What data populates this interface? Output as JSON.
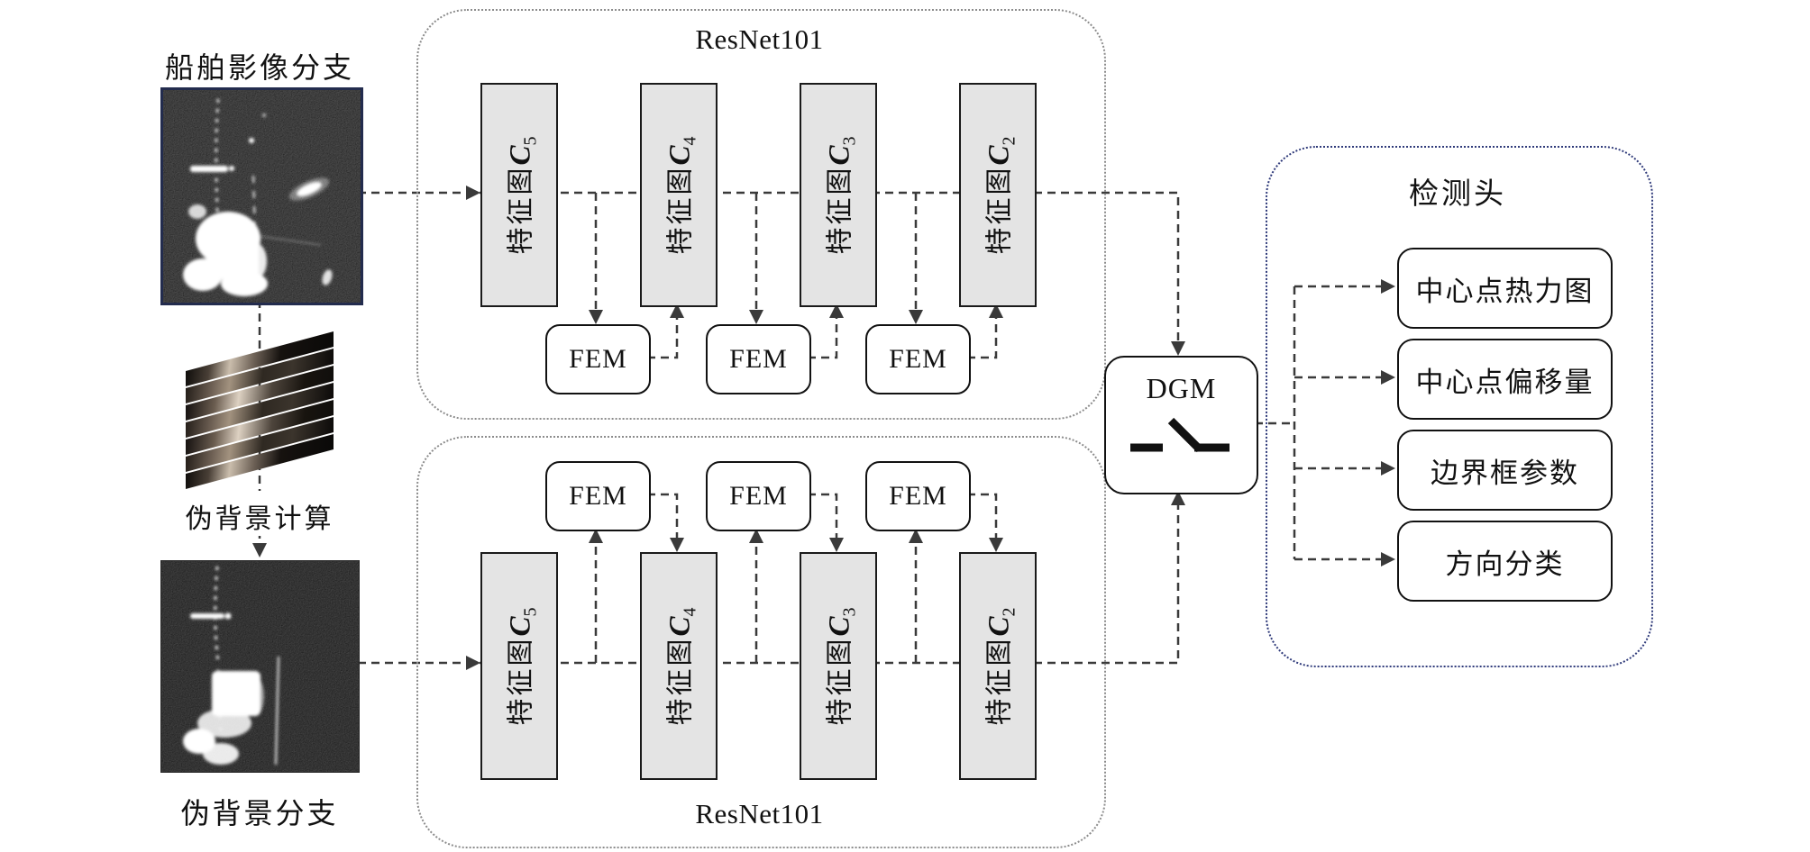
{
  "figure": {
    "input": {
      "ship_branch_label": "船舶影像分支",
      "pseudo_background_calc_label": "伪背景计算",
      "pseudo_background_branch_label": "伪背景分支"
    },
    "backbone_top": {
      "title": "ResNet101",
      "feature_maps": [
        {
          "prefix": "特征图",
          "symbol": "C",
          "subscript": "5"
        },
        {
          "prefix": "特征图",
          "symbol": "C",
          "subscript": "4"
        },
        {
          "prefix": "特征图",
          "symbol": "C",
          "subscript": "3"
        },
        {
          "prefix": "特征图",
          "symbol": "C",
          "subscript": "2"
        }
      ],
      "fems": [
        "FEM",
        "FEM",
        "FEM"
      ]
    },
    "backbone_bottom": {
      "title": "ResNet101",
      "feature_maps": [
        {
          "prefix": "特征图",
          "symbol": "C",
          "subscript": "5"
        },
        {
          "prefix": "特征图",
          "symbol": "C",
          "subscript": "4"
        },
        {
          "prefix": "特征图",
          "symbol": "C",
          "subscript": "3"
        },
        {
          "prefix": "特征图",
          "symbol": "C",
          "subscript": "2"
        }
      ],
      "fems": [
        "FEM",
        "FEM",
        "FEM"
      ]
    },
    "dgm": {
      "label": "DGM",
      "icon": "switch-icon"
    },
    "detection_head": {
      "title": "检测头",
      "outputs": [
        "中心点热力图",
        "中心点偏移量",
        "边界框参数",
        "方向分类"
      ]
    },
    "colors": {
      "dash": "#3a3a3a",
      "backbone_border": "#8c8c8c",
      "detection_border": "#2f3a7a",
      "feature_fill": "#e4e4e4",
      "ship_image_border": "#232c4e"
    }
  }
}
